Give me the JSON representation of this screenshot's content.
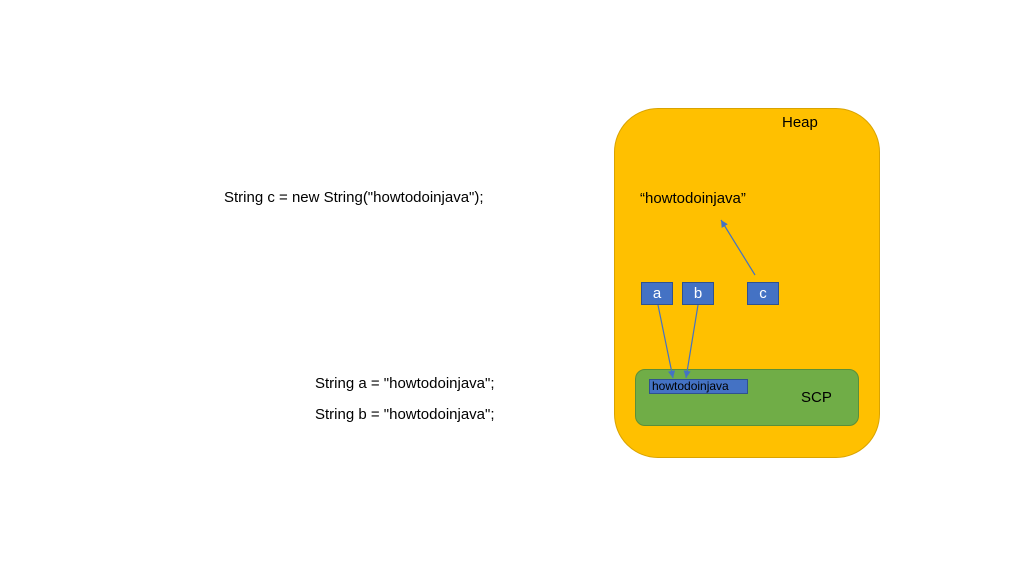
{
  "code": {
    "c": "String c = new String(\"howtodoinjava\");",
    "a": "String a = \"howtodoinjava\";",
    "b": "String b = \"howtodoinjava\";"
  },
  "heap": {
    "label": "Heap",
    "object": "“howtodoinjava”",
    "color": "#FFC000"
  },
  "scp": {
    "label": "SCP",
    "literal": "howtodoinjava",
    "color": "#70AD47"
  },
  "refs": {
    "a": "a",
    "b": "b",
    "c": "c",
    "color": "#4472C4"
  }
}
